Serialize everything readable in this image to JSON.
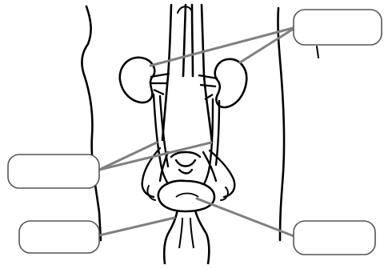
{
  "diagram": {
    "subject": "urinary-system",
    "labels": [
      {
        "id": "label-top-right",
        "text": ""
      },
      {
        "id": "label-mid-left",
        "text": ""
      },
      {
        "id": "label-bottom-left",
        "text": ""
      },
      {
        "id": "label-bottom-right",
        "text": ""
      }
    ],
    "colors": {
      "outline": "#000000",
      "leader_line": "#808080",
      "box_border": "#555555",
      "box_fill": "#ffffff",
      "background": "#ffffff"
    }
  }
}
